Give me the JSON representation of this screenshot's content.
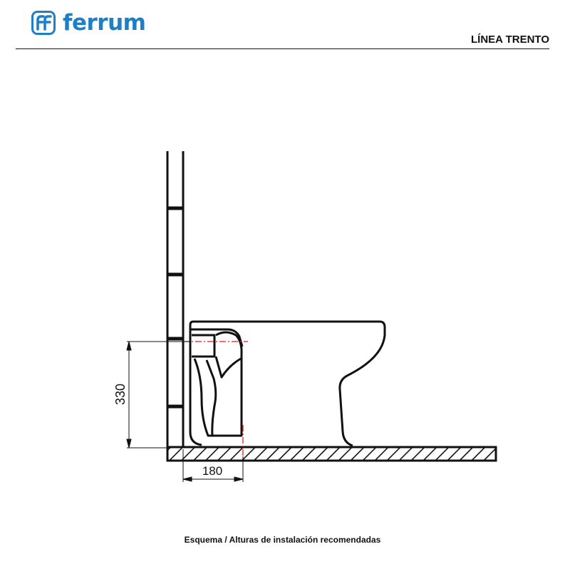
{
  "header": {
    "brand": "ferrum",
    "line_name": "LÍNEA TRENTO",
    "brand_color": "#1e7fc9"
  },
  "diagram": {
    "height_label": "330",
    "distance_label": "180",
    "guide_color": "#e0191f"
  },
  "caption": "Esquema / Alturas de instalación recomendadas"
}
